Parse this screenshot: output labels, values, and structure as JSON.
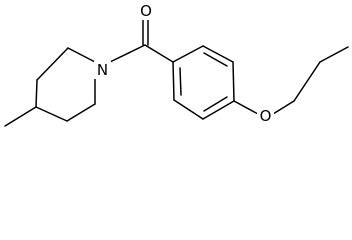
{
  "molecule": {
    "atoms": {
      "carbonyl_oxygen": "O",
      "piperidine_nitrogen": "N",
      "ether_oxygen": "O"
    }
  }
}
